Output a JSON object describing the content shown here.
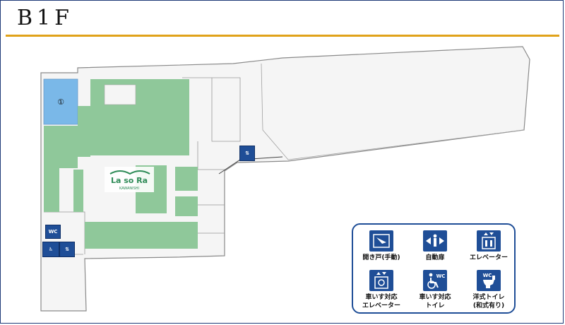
{
  "header": {
    "floor": "B1F"
  },
  "map": {
    "area_label": "①",
    "logo_text": "La so Ra",
    "logo_sub": "KAWANISHI",
    "colors": {
      "tenant": "#8fc89a",
      "highlight": "#7ab8e8",
      "outline": "#8a8a8a",
      "brand": "#1f4e97",
      "rule": "#e0a21a"
    }
  },
  "legend": {
    "items": [
      {
        "icon": "door-push-icon",
        "label": "開き戸(手動)"
      },
      {
        "icon": "automatic-door-icon",
        "label": "自動扉"
      },
      {
        "icon": "elevator-icon",
        "label": "エレベーター"
      },
      {
        "icon": "accessible-elevator-icon",
        "label": "車いす対応\nエレベーター"
      },
      {
        "icon": "accessible-toilet-icon",
        "label": "車いす対応\nトイレ",
        "badge": "WC"
      },
      {
        "icon": "western-toilet-icon",
        "label": "洋式トイレ\n(和式有り)",
        "badge": "WC"
      }
    ]
  }
}
